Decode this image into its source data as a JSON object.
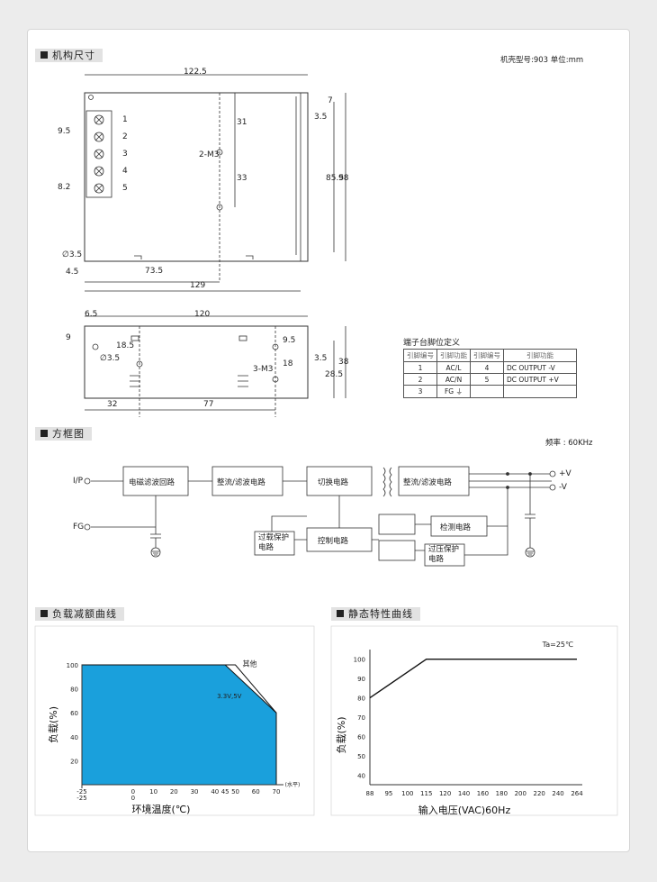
{
  "sections": {
    "mech": "机构尺寸",
    "block": "方框图",
    "derating": "负载减额曲线",
    "static": "静态特性曲线"
  },
  "mech_note": "机壳型号:903 单位:mm",
  "freq_note": "频率 : 60KHz",
  "top_dims": {
    "w122": "122.5",
    "w129": "129",
    "w73": "73.5",
    "w45": "4.5",
    "d31": "31",
    "d33": "33",
    "d855": "85.5",
    "d98": "98",
    "d35": "3.5",
    "d7": "7",
    "d95": "9.5",
    "d82": "8.2",
    "hole": "∅3.5",
    "m3": "2-M3",
    "pins": [
      "1",
      "2",
      "3",
      "4",
      "5"
    ]
  },
  "side_dims": {
    "w120": "120",
    "w65": "6.5",
    "d9": "9",
    "d185": "18.5",
    "d35": "3.5",
    "d95": "9.5",
    "d18": "18",
    "d285": "28.5",
    "d38": "38",
    "d32": "32",
    "d77": "77",
    "hole": "∅3.5",
    "m3": "3-M3"
  },
  "pin_table": {
    "title": "端子台脚位定义",
    "headers": [
      "引脚编号",
      "引脚功能",
      "引脚编号",
      "引脚功能"
    ],
    "rows": [
      [
        "1",
        "AC/L",
        "4",
        "DC OUTPUT -V"
      ],
      [
        "2",
        "AC/N",
        "5",
        "DC OUTPUT +V"
      ],
      [
        "3",
        "FG ⏚",
        "",
        ""
      ]
    ]
  },
  "block_diagram": {
    "ip": "I/P",
    "fg": "FG",
    "plus_v": "+V",
    "minus_v": "-V",
    "emi": "电磁滤波回路",
    "rect1": "整流/滤波电路",
    "switch": "切换电路",
    "rect2": "整流/滤波电路",
    "detect": "检测电路",
    "control": "控制电路",
    "olp": [
      "过载保护",
      "电路"
    ],
    "ovp": [
      "过压保护",
      "电路"
    ]
  },
  "chart_data": [
    {
      "type": "area",
      "title": "负载减额曲线",
      "xlabel": "环境温度(℃)",
      "ylabel": "负载(%)",
      "x_unit": "(水平)",
      "x_ticks": [
        "-25",
        "0",
        "10",
        "20",
        "30",
        "40",
        "45",
        "50",
        "60",
        "70"
      ],
      "x_ticks_low": [
        "-25"
      ],
      "y_ticks": [
        "100",
        "80",
        "60",
        "40",
        "20"
      ],
      "xlim": [
        -25,
        70
      ],
      "ylim": [
        0,
        100
      ],
      "series": [
        {
          "name": "3.3V,5V",
          "x": [
            -25,
            45,
            70
          ],
          "y": [
            100,
            100,
            60
          ]
        },
        {
          "name": "其他",
          "x": [
            -25,
            50,
            70
          ],
          "y": [
            100,
            100,
            60
          ]
        }
      ],
      "fill_color": "#1aa0dc"
    },
    {
      "type": "line",
      "title": "静态特性曲线",
      "xlabel": "输入电压(VAC)60Hz",
      "ylabel": "负载(%)",
      "annotation": "Ta=25℃",
      "x_ticks": [
        "88",
        "95",
        "100",
        "115",
        "120",
        "140",
        "160",
        "180",
        "200",
        "220",
        "240",
        "264"
      ],
      "y_ticks": [
        "100",
        "90",
        "80",
        "70",
        "60",
        "50",
        "40"
      ],
      "ylim": [
        35,
        105
      ],
      "series": [
        {
          "x": [
            88,
            115,
            264
          ],
          "y": [
            80,
            100,
            100
          ]
        }
      ]
    }
  ]
}
